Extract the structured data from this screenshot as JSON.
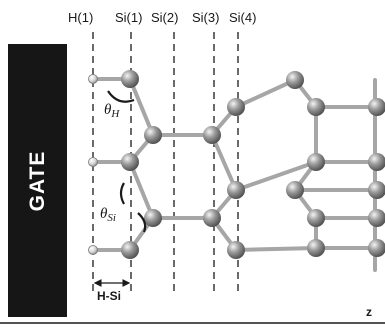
{
  "gate": {
    "label": "GATE"
  },
  "column_labels": [
    "H(1)",
    "Si(1)",
    "Si(2)",
    "Si(3)",
    "Si(4)"
  ],
  "angles": {
    "theta_h": {
      "symbol": "θ",
      "subscript": "H"
    },
    "theta_si": {
      "symbol": "θ",
      "subscript": "Si"
    }
  },
  "bond_label": "H-Si",
  "axis_label": "z",
  "colors": {
    "gate_fill": "#161616",
    "gate_text": "#ffffff",
    "si_atom": "#8a8a8a",
    "h_atom": "#e6e6e6",
    "bond": "#a6a6a6",
    "guide_line": "#1a1a1a"
  }
}
